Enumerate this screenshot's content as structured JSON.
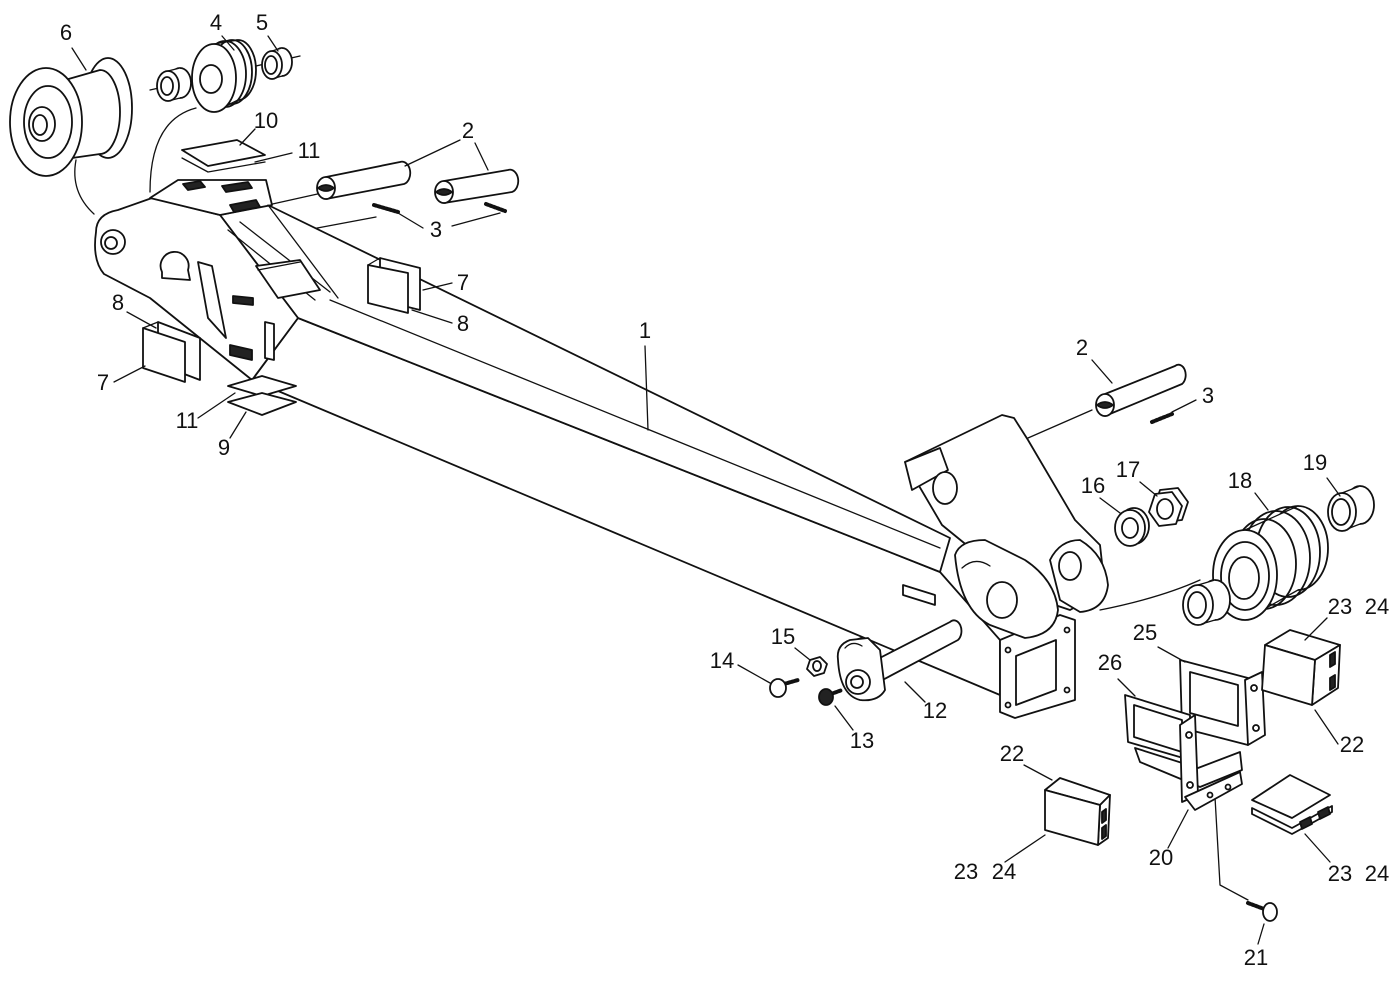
{
  "figure": {
    "callouts": [
      "6",
      "4",
      "5",
      "10",
      "11",
      "2",
      "3",
      "7",
      "8",
      "8",
      "7",
      "11",
      "9",
      "1",
      "2",
      "3",
      "16",
      "17",
      "18",
      "19",
      "23",
      "24",
      "25",
      "26",
      "15",
      "14",
      "12",
      "13",
      "22",
      "22",
      "20",
      "23",
      "24",
      "23",
      "24",
      "21"
    ]
  }
}
